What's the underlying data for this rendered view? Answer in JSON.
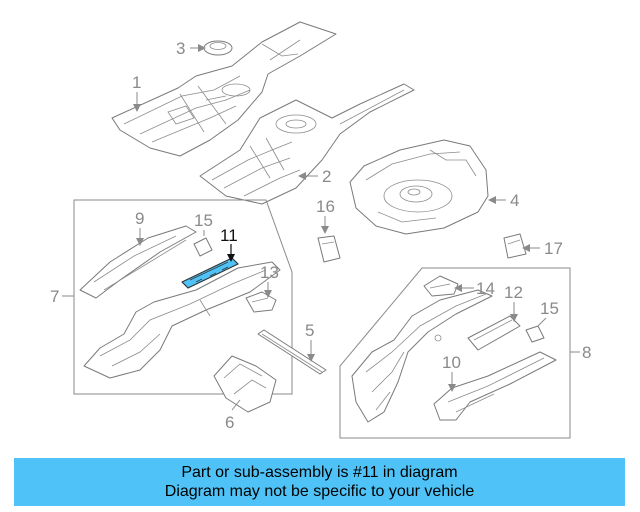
{
  "diagram": {
    "callouts": [
      "1",
      "2",
      "3",
      "4",
      "5",
      "6",
      "7",
      "8",
      "9",
      "10",
      "11",
      "12",
      "13",
      "14",
      "15",
      "15",
      "16",
      "17"
    ],
    "highlighted_part": "11",
    "highlight_color": "#4fc3f7",
    "parts": {
      "floor_pan_front": "1",
      "floor_pan_rear": "2",
      "plug": "3",
      "spare_tire_tub": "4",
      "crossmember": "5",
      "bracket_6": "6",
      "left_rail_group": "7",
      "right_rail_group": "8",
      "rail_extension_9": "9",
      "rail_10": "10",
      "sill_reinforcement": "11",
      "bracket_12": "12",
      "bracket_13": "13",
      "bracket_14": "14",
      "patch_15_left": "15",
      "patch_15_right": "15",
      "plate_16": "16",
      "plate_17": "17"
    }
  },
  "banner": {
    "line1": "Part or sub-assembly is #11 in diagram",
    "line2": "Diagram may not be specific to your vehicle",
    "background": "#4fc3f7"
  }
}
